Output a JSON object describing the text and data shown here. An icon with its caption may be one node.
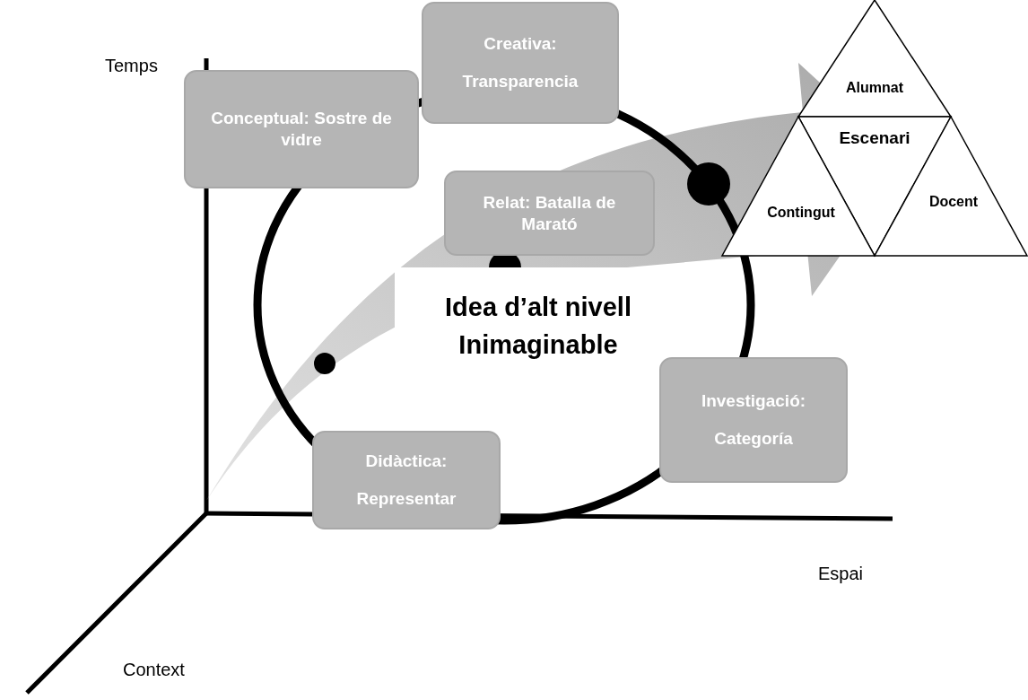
{
  "diagram": {
    "nodes": [
      {
        "text": [
          "Creativa:",
          "Transparencia"
        ]
      },
      {
        "text": [
          "Conceptual: Sostre de vidre"
        ]
      },
      {
        "text": [
          "Relat: Batalla de Marató"
        ]
      },
      {
        "text": [
          "Idea d’alt nivell Inimaginable"
        ]
      },
      {
        "text": [
          "Investigació:",
          "Categoría"
        ]
      },
      {
        "text": [
          "Didàctica:",
          "Representar"
        ]
      },
      {
        "text": [
          "Alumnat"
        ]
      },
      {
        "text": [
          "Escenari"
        ]
      },
      {
        "text": [
          "Contingut"
        ]
      },
      {
        "text": [
          "Docent"
        ]
      }
    ],
    "labels": [
      "Temps",
      "Espai",
      "Context"
    ]
  }
}
